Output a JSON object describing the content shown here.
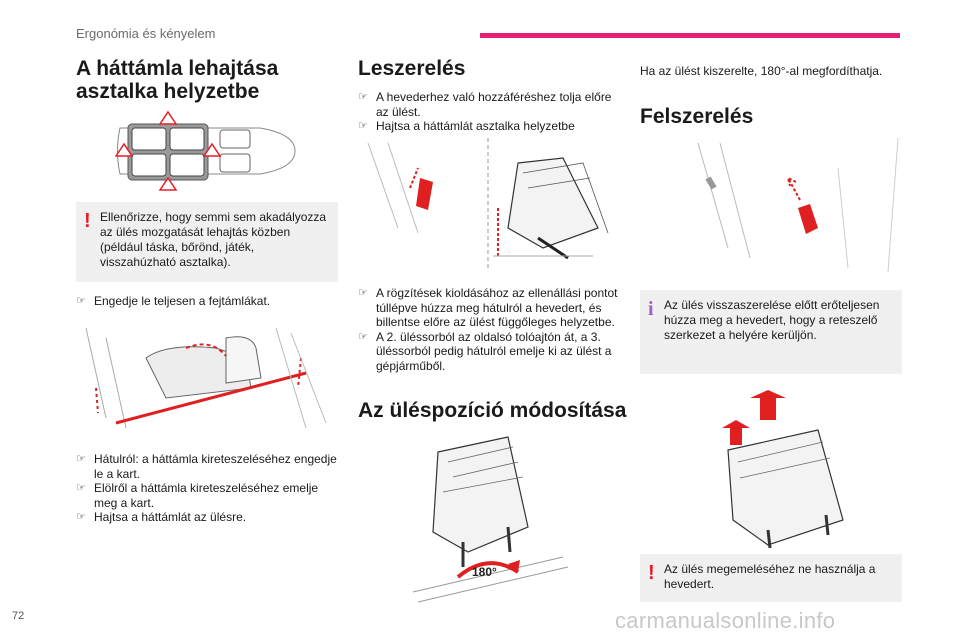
{
  "header": {
    "section": "Ergonómia és kényelem",
    "accent_color": "#e51e7a"
  },
  "col1": {
    "title": "A háttámla lehajtása asztalka helyzetbe",
    "warning_text": "Ellenőrizze, hogy semmi sem akadályozza az ülés mozgatását lehajtás közben (például táska, bőrönd, játék, visszahúzható asztalka).",
    "bullets_a": [
      "Engedje le teljesen a fejtámlákat."
    ],
    "bullets_b": [
      "Hátulról: a háttámla kireteszeléséhez engedje le a kart.",
      "Elölről a háttámla kireteszeléséhez emelje meg a kart.",
      "Hajtsa a háttámlát az ülésre."
    ]
  },
  "col2": {
    "title": "Leszerelés",
    "bullets_a": [
      "A hevederhez való hozzáféréshez tolja előre az ülést.",
      "Hajtsa a háttámlát asztalka helyzetbe"
    ],
    "bullets_b": [
      "A rögzítések kioldásához az ellenállási pontot túllépve húzza meg hátulról a hevedert, és billentse előre az ülést függőleges helyzetbe.",
      "A 2. üléssorból az oldalsó tolóajtón át, a 3. üléssorból pedig hátulról emelje ki az ülést a gépjárműből."
    ],
    "title_b": "Az üléspozíció módosítása",
    "rotate_label": "180°"
  },
  "col3": {
    "intro": "Ha az ülést kiszerelte, 180°-al megfordíthatja.",
    "title": "Felszerelés",
    "info_text": "Az ülés visszaszerelése előtt erőteljesen húzza meg a hevedert, hogy a reteszelő szerkezet a helyére kerüljön.",
    "warning_text": "Az ülés megemeléséhez ne használja a hevedert."
  },
  "footer": {
    "page_number": "72",
    "watermark": "carmanualsonline.info"
  },
  "icons": {
    "bullet": "pointing-finger-icon",
    "warning": "exclamation-icon",
    "info": "info-i-icon"
  },
  "colors": {
    "warning": "#e51e2a",
    "arrow_red": "#e02020",
    "info": "#a060c0"
  }
}
